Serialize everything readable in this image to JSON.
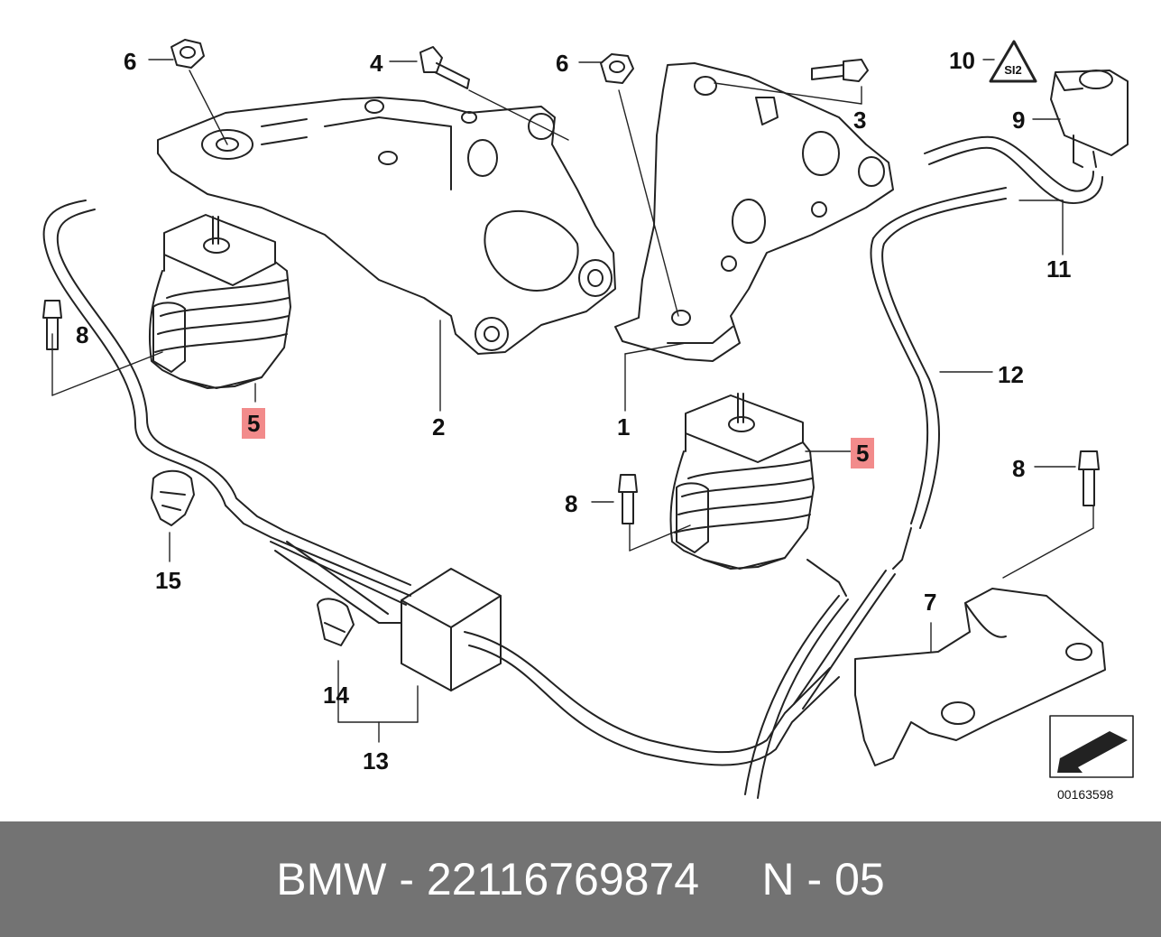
{
  "diagram": {
    "callouts": [
      {
        "id": "c6a",
        "label": "6"
      },
      {
        "id": "c4",
        "label": "4"
      },
      {
        "id": "c6b",
        "label": "6"
      },
      {
        "id": "c3",
        "label": "3"
      },
      {
        "id": "c10",
        "label": "10"
      },
      {
        "id": "c9",
        "label": "9"
      },
      {
        "id": "c11",
        "label": "11"
      },
      {
        "id": "c12",
        "label": "12"
      },
      {
        "id": "c8a",
        "label": "8"
      },
      {
        "id": "c5a",
        "label": "5",
        "highlighted": true
      },
      {
        "id": "c2",
        "label": "2"
      },
      {
        "id": "c1",
        "label": "1"
      },
      {
        "id": "c5b",
        "label": "5",
        "highlighted": true
      },
      {
        "id": "c8b",
        "label": "8"
      },
      {
        "id": "c8c",
        "label": "8"
      },
      {
        "id": "c7",
        "label": "7"
      },
      {
        "id": "c15",
        "label": "15"
      },
      {
        "id": "c14",
        "label": "14"
      },
      {
        "id": "c13",
        "label": "13"
      }
    ],
    "warning_symbol_text": "SI2",
    "reference_number": "00163598",
    "highlight_color": "#f28b8b"
  },
  "footer": {
    "text": "BMW - 22116769874     N - 05",
    "background": "#737373"
  }
}
